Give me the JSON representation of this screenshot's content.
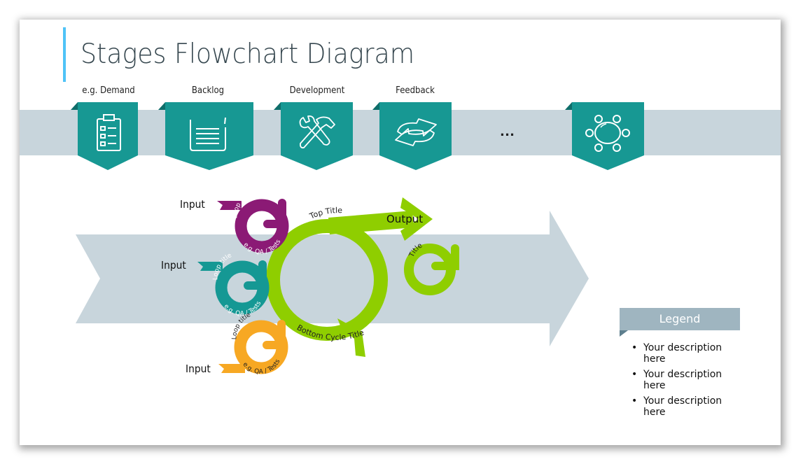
{
  "slide": {
    "title": "Stages Flowchart Diagram"
  },
  "stages": [
    {
      "label": "e.g. Demand",
      "icon": "clipboard-checklist-icon"
    },
    {
      "label": "Backlog",
      "icon": "backlog-container-icon"
    },
    {
      "label": "Development",
      "icon": "wrench-hammer-icon"
    },
    {
      "label": "Feedback",
      "icon": "refresh-arrows-icon"
    },
    {
      "label": "",
      "icon": "meeting-table-icon"
    }
  ],
  "ellipsis": "...",
  "flow": {
    "inputs": [
      "Input",
      "Input",
      "Input"
    ],
    "loops": [
      {
        "title": "Loop title",
        "subtitle": "e.g. QA / Tests",
        "color": "#8b1a75"
      },
      {
        "title": "Loop title",
        "subtitle": "e.g. QA / Tests",
        "color": "#159894"
      },
      {
        "title": "Loop title",
        "subtitle": "e.g. QA / Tests",
        "color": "#f7a823"
      }
    ],
    "main_cycle": {
      "top_title": "Top Title",
      "bottom_title": "Bottom Cycle Title",
      "output_label": "Output",
      "small_loop_title": "Title",
      "color": "#8fce00"
    }
  },
  "legend": {
    "title": "Legend",
    "bullet": "•",
    "items": [
      "Your description here",
      "Your description here",
      "Your description here"
    ]
  },
  "colors": {
    "teal": "#179893",
    "teal_dark": "#0e6e6a",
    "band": "#c8d5dc",
    "accent": "#4fc3f7",
    "legend_header": "#9fb5c0"
  }
}
